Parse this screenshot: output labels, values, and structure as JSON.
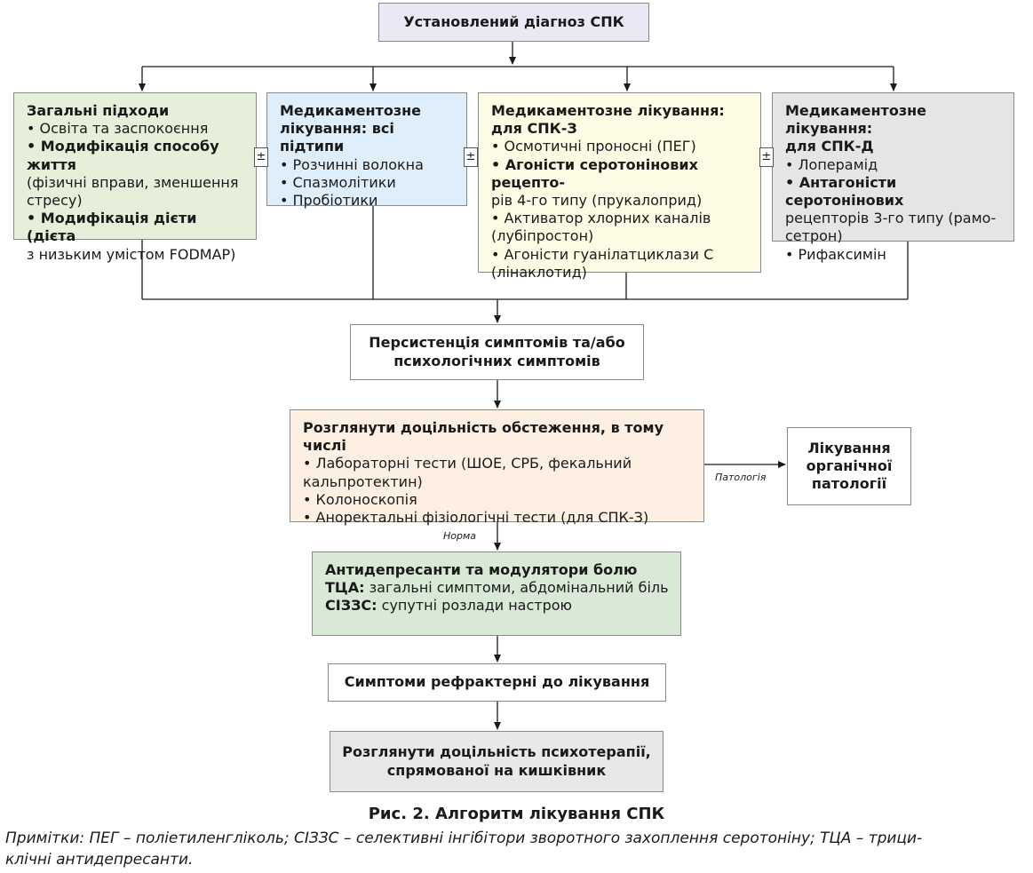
{
  "top": "Установлений діагноз СПК",
  "general": {
    "title": "Загальні підходи",
    "items": [
      {
        "text": "• Освіта та заспокоєння",
        "bold": false
      },
      {
        "text": "• Модифікація способу життя",
        "bold": true
      },
      {
        "text": "(фізичні вправи, зменшення",
        "bold": false
      },
      {
        "text": "стресу)",
        "bold": false
      },
      {
        "text": "• Модифікація дієти (дієта",
        "bold": true
      },
      {
        "text": "з низьким умістом FODMAP)",
        "bold": false
      }
    ]
  },
  "med_all": {
    "title_lines": [
      "Медикаментозне",
      "лікування: всі підтипи"
    ],
    "items": [
      "• Розчинні волокна",
      "• Спазмолітики",
      "• Пробіотики"
    ]
  },
  "med_c": {
    "title_lines": [
      "Медикаментозне лікування:",
      "для СПК-З"
    ],
    "items": [
      {
        "text": "• Осмотичні проносні (ПЕГ)",
        "bold": false
      },
      {
        "text": "• Агоністи серотонінових рецепто-",
        "bold": true
      },
      {
        "text": "рів 4-го типу (прукалоприд)",
        "bold": false
      },
      {
        "text": "• Активатор хлорних каналів",
        "bold": false
      },
      {
        "text": "(лубіпростон)",
        "bold": false
      },
      {
        "text": "• Агоністи гуанілатциклази С",
        "bold": false
      },
      {
        "text": "(лінаклотид)",
        "bold": false
      }
    ]
  },
  "med_d": {
    "title_lines": [
      "Медикаментозне лікування:",
      "для СПК-Д"
    ],
    "items": [
      {
        "text": "• Лоперамід",
        "bold": false
      },
      {
        "text": "• Антагоністи серотонінових",
        "bold": true
      },
      {
        "text": "рецепторів 3-го типу (рамо-",
        "bold": false
      },
      {
        "text": "сетрон)",
        "bold": false
      },
      {
        "text": "• Рифаксимін",
        "bold": false
      }
    ]
  },
  "pm_symbol": "±",
  "persist_lines": [
    "Персистенція симптомів та/або",
    "психологічних симптомів"
  ],
  "exam": {
    "title": "Розглянути доцільність обстеження, в тому числі",
    "items": [
      "• Лабораторні тести (ШОЕ, СРБ, фекальний",
      "кальпротектин)",
      "• Колоноскопія",
      "• Аноректальні фізіологічні тести (для СПК-З)"
    ]
  },
  "organic_lines": [
    "Лікування",
    "органічної",
    "патології"
  ],
  "pathology_label": "Патологія",
  "norm_label": "Норма",
  "antidep": {
    "title": "Антидепресанти та модулятори болю",
    "rows": [
      {
        "bold": "ТЦА:",
        "text": " загальні симптоми, абдомінальний біль"
      },
      {
        "bold": "СІЗЗС:",
        "text": " супутні розлади настрою"
      }
    ]
  },
  "refractory": "Симптоми рефрактерні до лікування",
  "psycho_lines": [
    "Розглянути доцільність психотерапії,",
    "спрямованої на кишківник"
  ],
  "caption": "Рис. 2. Алгоритм лікування СПК",
  "note_lines": [
    "Примітки: ПЕГ – поліетиленгліколь; СІЗЗС – селективні інгібітори зворотного захоплення серотоніну; ТЦА – трици-",
    "клічні антидепресанти."
  ],
  "colors": {
    "top": "#ebe8f5",
    "general": "#e6efda",
    "med_all": "#dfeefb",
    "med_c": "#fdfbe3",
    "med_d": "#e5e5e5",
    "exam": "#fdf0e2",
    "antidep": "#d8ead6",
    "psycho": "#e8e8e8"
  }
}
